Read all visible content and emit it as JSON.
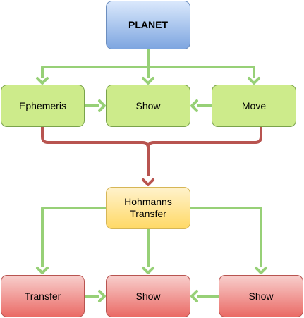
{
  "colors": {
    "green_edge": "#97d077",
    "red_edge": "#b85450"
  },
  "nodes": {
    "planet": "PLANET",
    "ephemeris": "Ephemeris",
    "show_top": "Show",
    "move": "Move",
    "hohmanns": "Hohmanns\nTransfer",
    "transfer": "Transfer",
    "show_bottom_center": "Show",
    "show_bottom_right": "Show"
  }
}
